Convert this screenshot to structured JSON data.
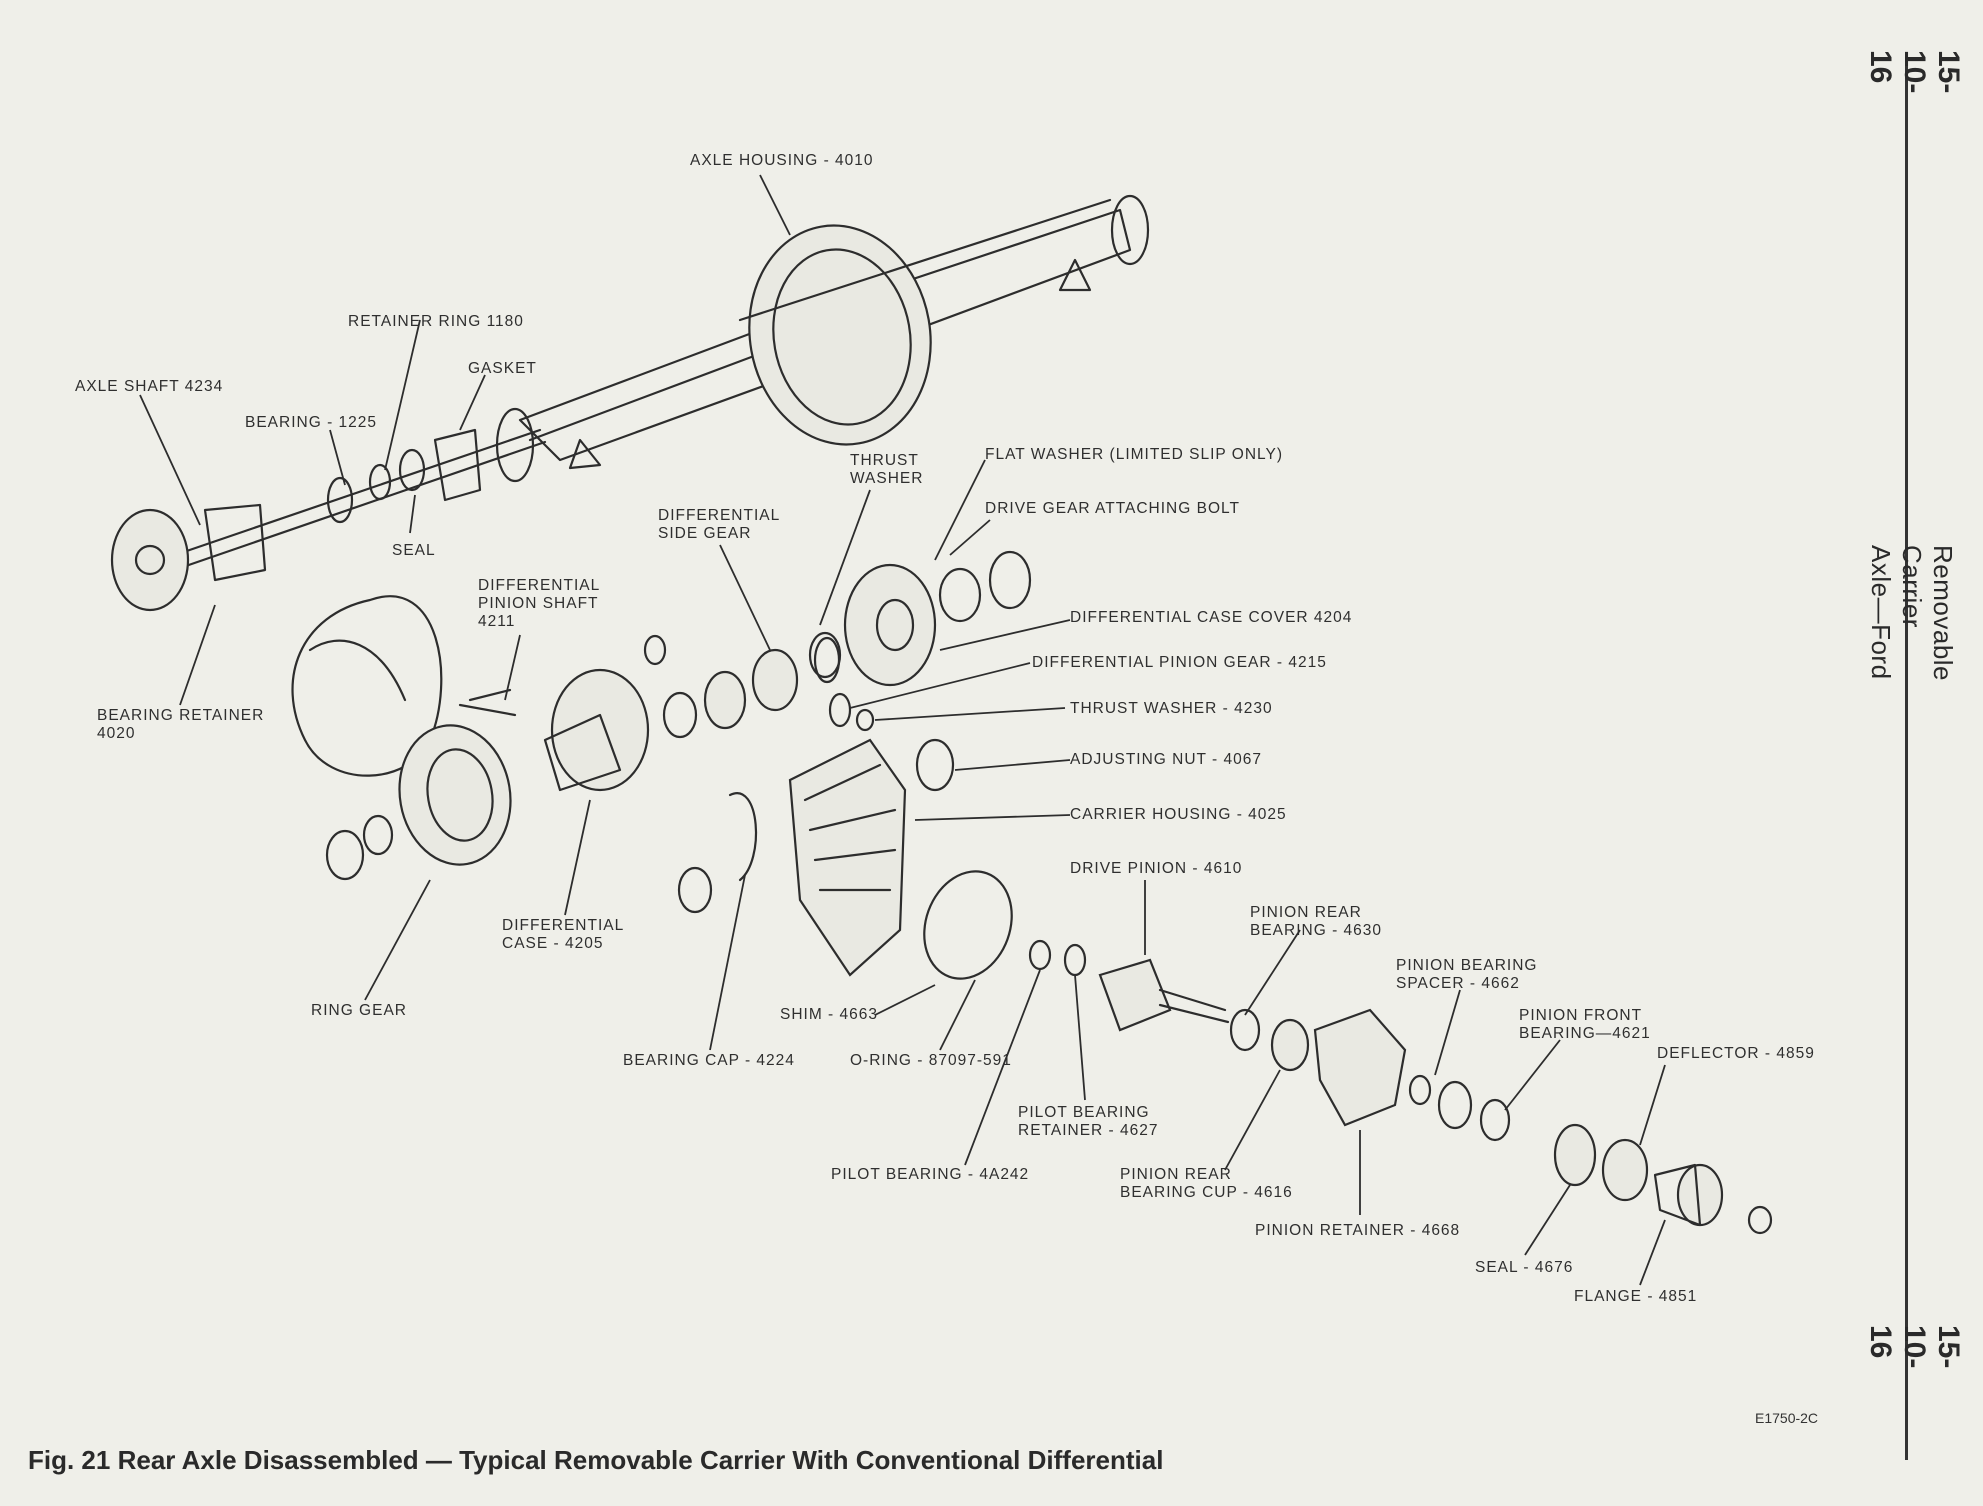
{
  "page": {
    "number_top": "15-10-16",
    "number_bottom": "15-10-16",
    "side_title": "Removable Carrier Axle—Ford",
    "caption": "Fig. 21  Rear Axle Disassembled — Typical Removable Carrier With Conventional Differential",
    "figure_code": "E1750-2C"
  },
  "labels": {
    "axle_housing": "AXLE HOUSING - 4010",
    "retainer_ring": "RETAINER RING 1180",
    "gasket": "GASKET",
    "axle_shaft": "AXLE SHAFT 4234",
    "bearing": "BEARING - 1225",
    "seal_axle": "SEAL",
    "thrust_washer_top": "THRUST\nWASHER",
    "flat_washer": "FLAT WASHER (LIMITED SLIP ONLY)",
    "diff_side_gear": "DIFFERENTIAL\nSIDE GEAR",
    "drive_gear_bolt": "DRIVE GEAR ATTACHING BOLT",
    "diff_pinion_shaft": "DIFFERENTIAL\nPINION SHAFT\n4211",
    "diff_case_cover": "DIFFERENTIAL CASE COVER 4204",
    "diff_pinion_gear": "DIFFERENTIAL PINION GEAR - 4215",
    "bearing_retainer": "BEARING RETAINER\n4020",
    "thrust_washer_4230": "THRUST WASHER - 4230",
    "adjusting_nut": "ADJUSTING NUT - 4067",
    "carrier_housing": "CARRIER HOUSING - 4025",
    "drive_pinion": "DRIVE PINION - 4610",
    "diff_case": "DIFFERENTIAL\nCASE - 4205",
    "pinion_rear_bearing": "PINION REAR\nBEARING - 4630",
    "pinion_bearing_spacer": "PINION BEARING\nSPACER - 4662",
    "ring_gear": "RING GEAR",
    "shim": "SHIM - 4663",
    "pinion_front_bearing": "PINION FRONT\nBEARING—4621",
    "deflector": "DEFLECTOR - 4859",
    "bearing_cap": "BEARING CAP - 4224",
    "o_ring": "O-RING - 87097-591",
    "pilot_bearing_retainer": "PILOT BEARING\nRETAINER - 4627",
    "pilot_bearing": "PILOT BEARING - 4A242",
    "pinion_rear_bearing_cup": "PINION REAR\nBEARING CUP - 4616",
    "pinion_retainer": "PINION RETAINER - 4668",
    "seal_4676": "SEAL - 4676",
    "flange": "FLANGE - 4851"
  }
}
